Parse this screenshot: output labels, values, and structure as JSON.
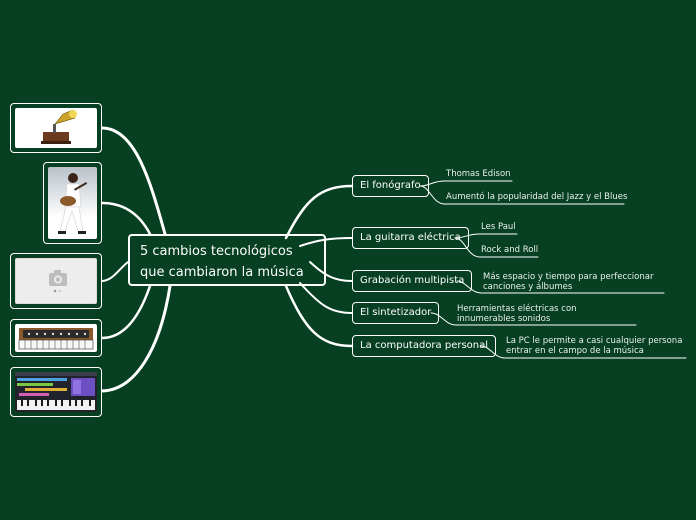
{
  "central": {
    "label": "5 cambios tecnológicos que cambiaron la música"
  },
  "branches": [
    {
      "label": "El fonógrafo",
      "leaves": [
        "Thomas Edison",
        "Aumentó la popularidad del Jazz y el Blues"
      ]
    },
    {
      "label": "La guitarra eléctrica",
      "leaves": [
        "Les Paul",
        "Rock and Roll"
      ]
    },
    {
      "label": "Grabación multipista",
      "leaves": [
        "Más espacio y tiempo para perfeccionar canciones y álbumes"
      ]
    },
    {
      "label": "El sintetizador",
      "leaves": [
        "Herramientas eléctricas con innumerables sonidos"
      ]
    },
    {
      "label": "La computadora personal",
      "leaves": [
        "La PC le permite a casi cualquier persona entrar en el campo de la música"
      ]
    }
  ],
  "images": [
    {
      "icon": "phonograph-image"
    },
    {
      "icon": "guitarist-image"
    },
    {
      "icon": "camera-placeholder-icon"
    },
    {
      "icon": "synthesizer-image"
    },
    {
      "icon": "music-software-image"
    }
  ],
  "colors": {
    "background": "#073f23",
    "line": "#ffffff"
  }
}
